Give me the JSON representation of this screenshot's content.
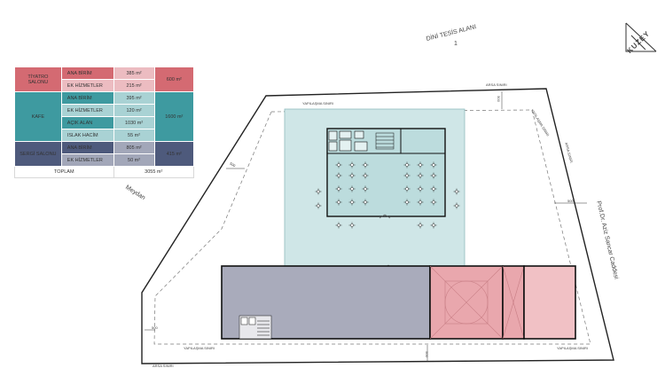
{
  "table": {
    "groups": [
      {
        "name": "TİYATRO SALONU",
        "total": "600 m²",
        "color": "#d46a72",
        "light": "#ecbcc1",
        "rows": [
          {
            "label": "ANA BİRİM",
            "area": "385 m²"
          },
          {
            "label": "EK HİZMETLER",
            "area": "215 m²"
          }
        ]
      },
      {
        "name": "KAFE",
        "total": "1600 m²",
        "color": "#3e9aa0",
        "light": "#a9d2d4",
        "rows": [
          {
            "label": "ANA BİRİM",
            "area": "395 m²"
          },
          {
            "label": "EK HİZMETLER",
            "area": "120 m²"
          },
          {
            "label": "AÇIK ALAN",
            "area": "1030 m²"
          },
          {
            "label": "ISLAK HACİM",
            "area": "55 m²"
          }
        ]
      },
      {
        "name": "SERGİ SALONU",
        "total": "415 m²",
        "color": "#4e5a7c",
        "light": "#a2a7b9",
        "rows": [
          {
            "label": "ANA BİRİM",
            "area": "805 m²"
          },
          {
            "label": "EK HİZMETLER",
            "area": "50 m²"
          }
        ]
      }
    ],
    "total_label": "TOPLAM",
    "total_value": "3055 m²"
  },
  "labels": {
    "dini_tesis": "DİNİ TESİS ALANI",
    "dini_tesis_no": "1",
    "logo": "KUZEY",
    "meydan": "Meydan",
    "street": "Prof.Dr. Aziz Sancar Caddesi",
    "arsa_siniri": "ARSA SINIRI",
    "yapilasma_siniri": "YAPILAŞMA SINIRI",
    "dim_500": "500"
  },
  "colors": {
    "cafe_fill": "#cfe6e7",
    "exhibition_fill": "#a9abbb",
    "theatre_fill": "#e9a7ad",
    "theatre_light": "#f1c1c5"
  }
}
